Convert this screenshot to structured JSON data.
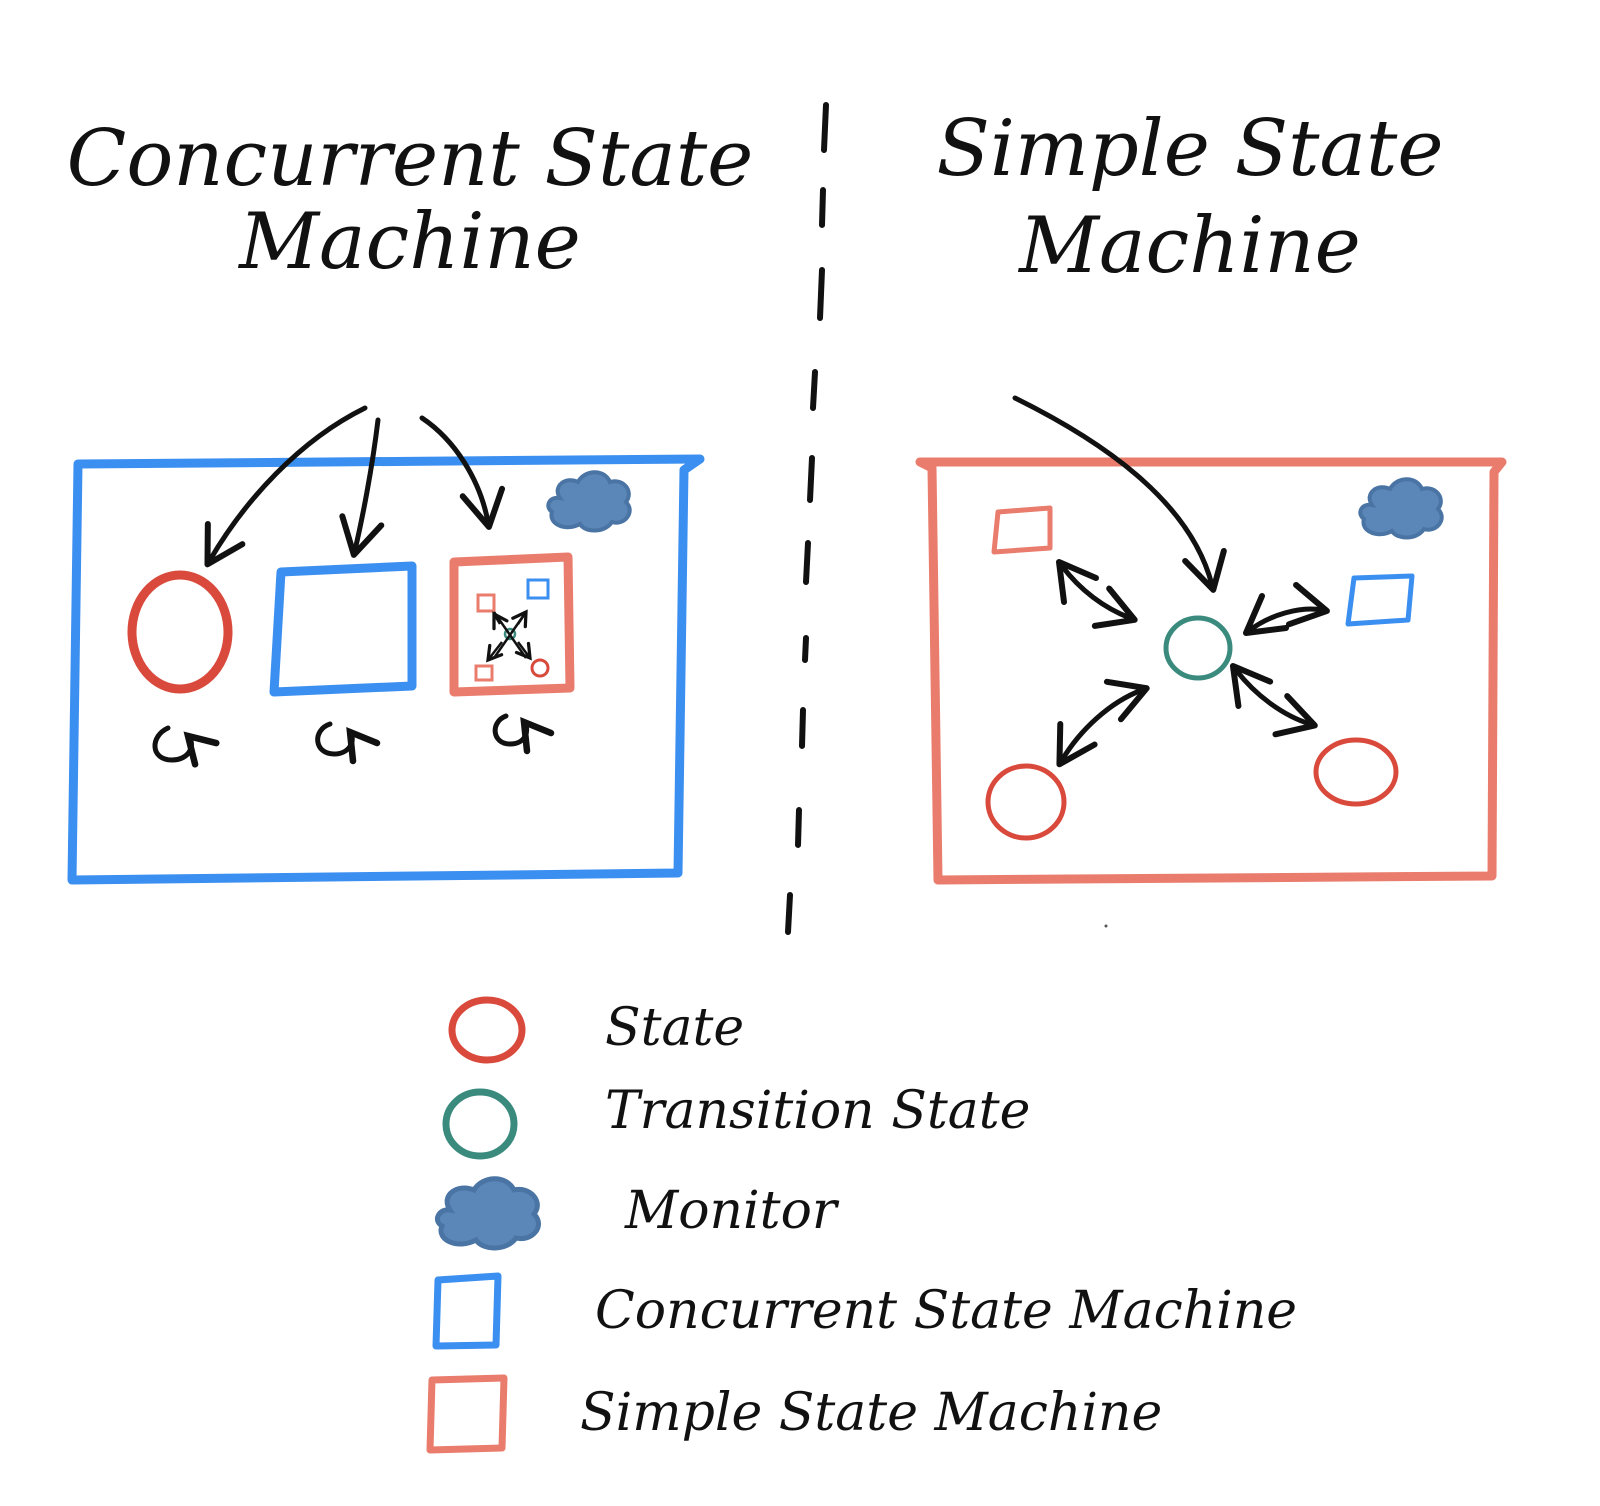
{
  "colors": {
    "ink": "#111111",
    "concurrent_blue": "#3b8ff0",
    "simple_salmon": "#e97c6c",
    "state_red": "#d94a3d",
    "transition_teal": "#3a8a7e",
    "monitor_blue": "#5b86b8"
  },
  "left_panel": {
    "title_line1": "Concurrent State",
    "title_line2": "Machine"
  },
  "right_panel": {
    "title_line1": "Simple State",
    "title_line2": "Machine"
  },
  "legend": {
    "items": [
      {
        "label": "State",
        "icon": "state-circle-icon"
      },
      {
        "label": "Transition State",
        "icon": "transition-state-circle-icon"
      },
      {
        "label": "Monitor",
        "icon": "monitor-cloud-icon"
      },
      {
        "label": "Concurrent State Machine",
        "icon": "concurrent-state-machine-square-icon"
      },
      {
        "label": "Simple State Machine",
        "icon": "simple-state-machine-square-icon"
      }
    ]
  }
}
